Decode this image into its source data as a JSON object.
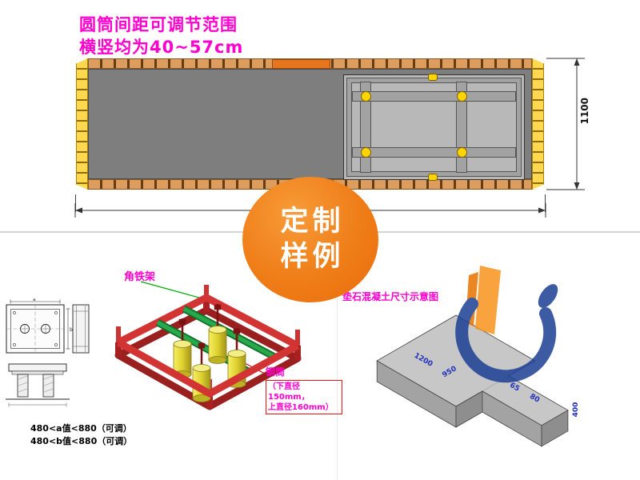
{
  "top_note": {
    "line1": "圆筒间距可调节范围",
    "line2": "横竖均为40~57cm"
  },
  "top_drawing": {
    "dim_height": "1100"
  },
  "badge": {
    "line1": "定制",
    "line2": "样例"
  },
  "bottom_left": {
    "dim_a": "a",
    "dim_b": "b",
    "caption1": "480<a值<880（可调）",
    "caption2": "480<b值<880（可调）"
  },
  "bottom_middle": {
    "frame_label": "角铁架",
    "cylinder_label": "钢筒",
    "cylinder_note1": "（下直径150mm，",
    "cylinder_note2": "上直径160mm）"
  },
  "bottom_right": {
    "title": "垫石混凝土尺寸示意图",
    "dim_length": "1200",
    "dim_width": "950",
    "dim_arm_a": "65",
    "dim_arm_b": "80",
    "dim_end": "400"
  },
  "colors": {
    "accent_orange": "#ee7613",
    "label_magenta": "#ff00cf",
    "dimension_blue": "#2233bb",
    "frame_red": "#cc2a2a",
    "rail_green": "#1f9e40",
    "cylinder_yellow": "#ddd02f",
    "mold_rail_yellow": "#ffd84f",
    "mold_rail_tan": "#dd9d5e"
  }
}
